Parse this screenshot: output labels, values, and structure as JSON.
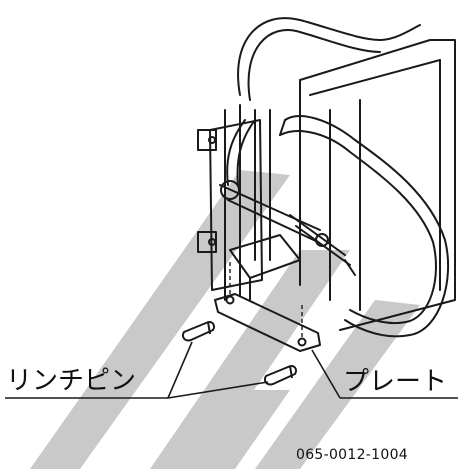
{
  "labels": {
    "linch_pin": "リンチピン",
    "plate": "プレート",
    "figure_code": "065-0012-1004"
  },
  "colors": {
    "line": "#1a1a1a",
    "stripe": "#c8c8c8",
    "background": "#ffffff"
  },
  "icons": [
    "linch-pin-icon",
    "plate-icon",
    "handrail-icon"
  ]
}
